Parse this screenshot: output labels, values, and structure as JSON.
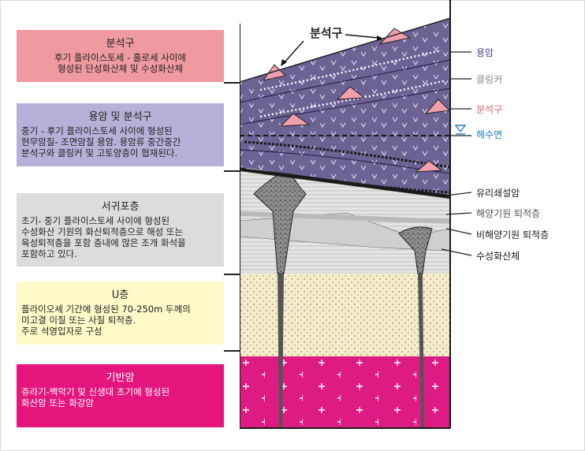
{
  "boxes": [
    {
      "title": "분석구",
      "body": "후기 플라이스토세 - 홀로세 사이에\n형성된 단성화산체 및 수성화산체",
      "color": "#ee9aa0"
    },
    {
      "title": "용암 및 분석구",
      "body": "중기 - 후기 플라이스토세 사이에 형성된\n현무암질- 조면암질 용암. 용암류 중간중간\n분석구와 클링커 및 고토양층이 협재된다.",
      "color": "#b7b0d8"
    },
    {
      "title": "서귀포층",
      "body": "초기- 중기 플라이스토세 사이에 형성된\n수성화산 기원의 화산퇴적층으로 해성 또는\n육성퇴적층을 포함 층내에 많은 조개 화석을\n포함하고 있다.",
      "color": "#dcdcdc"
    },
    {
      "title": "U층",
      "body": "플라이오세 기간에 형성된 70-250m 두께의\n미고결 이질 또는 사질 퇴적층.\n주로 석영입자로 구성",
      "color": "#fff9c8"
    },
    {
      "title": "기반암",
      "body": "쥬라기-백악기 및 신생대 초기에 형성된\n화산암 또는 화강암",
      "color": "#e4167e"
    }
  ],
  "callout": "분석구",
  "legend": [
    {
      "label": "용암",
      "color": "#4a3f8c"
    },
    {
      "label": "클링커",
      "color": "#8a8a8a"
    },
    {
      "label": "분석구",
      "color": "#ea5a6a"
    },
    {
      "label": "해수면",
      "color": "#1f7cc4",
      "icon": "sea-level-triangle-icon"
    },
    {
      "label": "유리쇄설암",
      "color": "#1a1a1a"
    },
    {
      "label": "해양기원 퇴적층",
      "color": "#555555"
    },
    {
      "label": "비해양기원 퇴적층",
      "color": "#1a1a1a"
    },
    {
      "label": "수성화산체",
      "color": "#1a1a1a"
    }
  ],
  "colors": {
    "lava": "#6c6294",
    "scoria": "#f0a0ac",
    "sediment": "#dedede",
    "u_formation": "#f7ecc9",
    "basement": "#de1a83"
  }
}
